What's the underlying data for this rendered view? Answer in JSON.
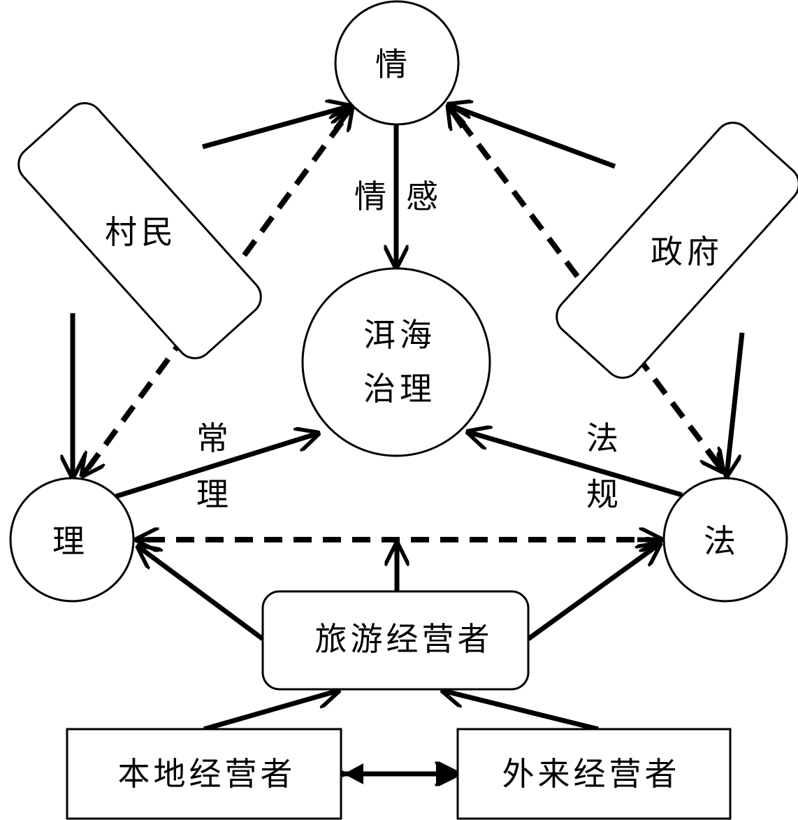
{
  "nodes": {
    "qing": "情",
    "li": "理",
    "fa": "法",
    "center_line1": "洱海",
    "center_line2": "治理",
    "villagers": "村民",
    "government": "政府",
    "tourism_operators": "旅游经营者",
    "local_operators": "本地经营者",
    "external_operators": "外来经营者"
  },
  "edge_labels": {
    "emotion_1": "情",
    "emotion_2": "感",
    "common_sense_1": "常",
    "common_sense_2": "理",
    "regulation_1": "法",
    "regulation_2": "规"
  }
}
